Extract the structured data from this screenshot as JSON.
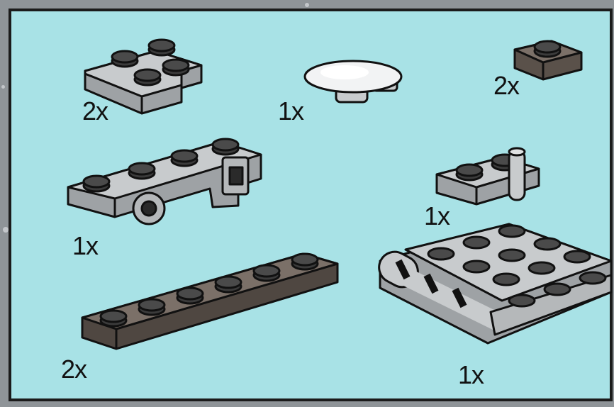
{
  "panel": {
    "background": "#a8e2e6",
    "border_color": "#1b1b1b"
  },
  "parts": [
    {
      "name": "plate 2x2 corner",
      "icon": "corner-plate-icon",
      "color": "#bfc2c4",
      "quantity": "2x"
    },
    {
      "name": "round dish 4x4",
      "icon": "dish-icon",
      "color": "#e8eaeb",
      "quantity": "1x"
    },
    {
      "name": "plate 1x1",
      "icon": "small-plate-icon",
      "color": "#6d625a",
      "quantity": "2x"
    },
    {
      "name": "plate with hitch and clip",
      "icon": "hitch-plate-icon",
      "color": "#bfc2c4",
      "quantity": "1x"
    },
    {
      "name": "plate with bar",
      "icon": "bar-plate-icon",
      "color": "#bfc2c4",
      "quantity": "1x"
    },
    {
      "name": "plate 1x6",
      "icon": "long-plate-icon",
      "color": "#6d625a",
      "quantity": "2x"
    },
    {
      "name": "plate 4x4 with hinge",
      "icon": "hinge-plate-icon",
      "color": "#bfc2c4",
      "quantity": "1x"
    }
  ]
}
